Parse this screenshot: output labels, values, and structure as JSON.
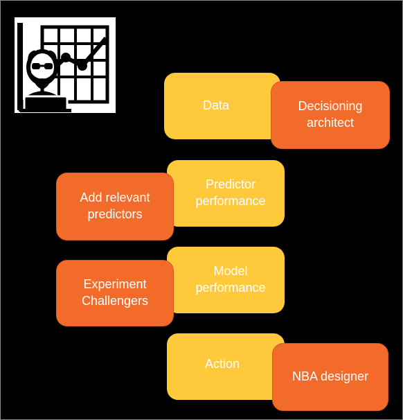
{
  "colors": {
    "background": "#000000",
    "stage_box": "#FFC93C",
    "role_box": "#F26B2A",
    "text": "#FFFFFF"
  },
  "figure": {
    "icon": "data-scientist-with-laptop-and-chart-icon"
  },
  "stages": [
    {
      "label": "Data"
    },
    {
      "label": "Predictor\nperformance"
    },
    {
      "label": "Model\nperformance"
    },
    {
      "label": "Action"
    }
  ],
  "roles": [
    {
      "label": "Decisioning\narchitect"
    },
    {
      "label": "Add relevant\npredictors"
    },
    {
      "label": "Experiment\nChallengers"
    },
    {
      "label": "NBA designer"
    }
  ]
}
